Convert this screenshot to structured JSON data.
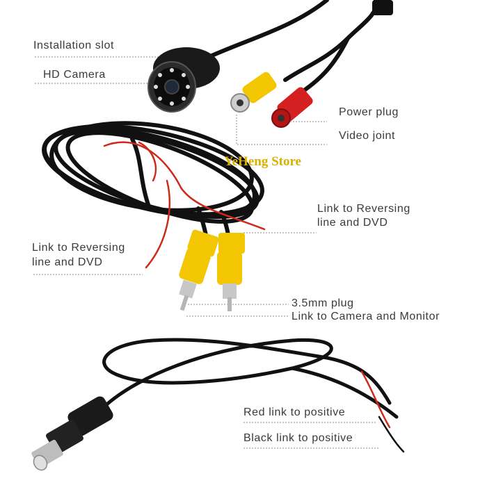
{
  "watermark": "YeHeng Store",
  "labels": {
    "installation_slot": "Installation slot",
    "hd_camera": "HD Camera",
    "power_plug": "Power plug",
    "video_joint": "Video joint",
    "link_reversing_right_1": "Link to Reversing",
    "link_reversing_right_2": "line and DVD",
    "link_reversing_left_1": "Link to Reversing",
    "link_reversing_left_2": "line and DVD",
    "plug_35": "3.5mm plug",
    "link_camera_monitor": "Link to Camera and Monitor",
    "red_link": "Red link to positive",
    "black_link": "Black link to positive"
  },
  "colors": {
    "cable": "#111111",
    "rca_yellow": "#f2c600",
    "rca_red": "#d42020",
    "red_wire": "#cc2a1a",
    "text": "#3a3a3a",
    "guide": "#8a8a8a",
    "watermark": "#d9b000"
  }
}
